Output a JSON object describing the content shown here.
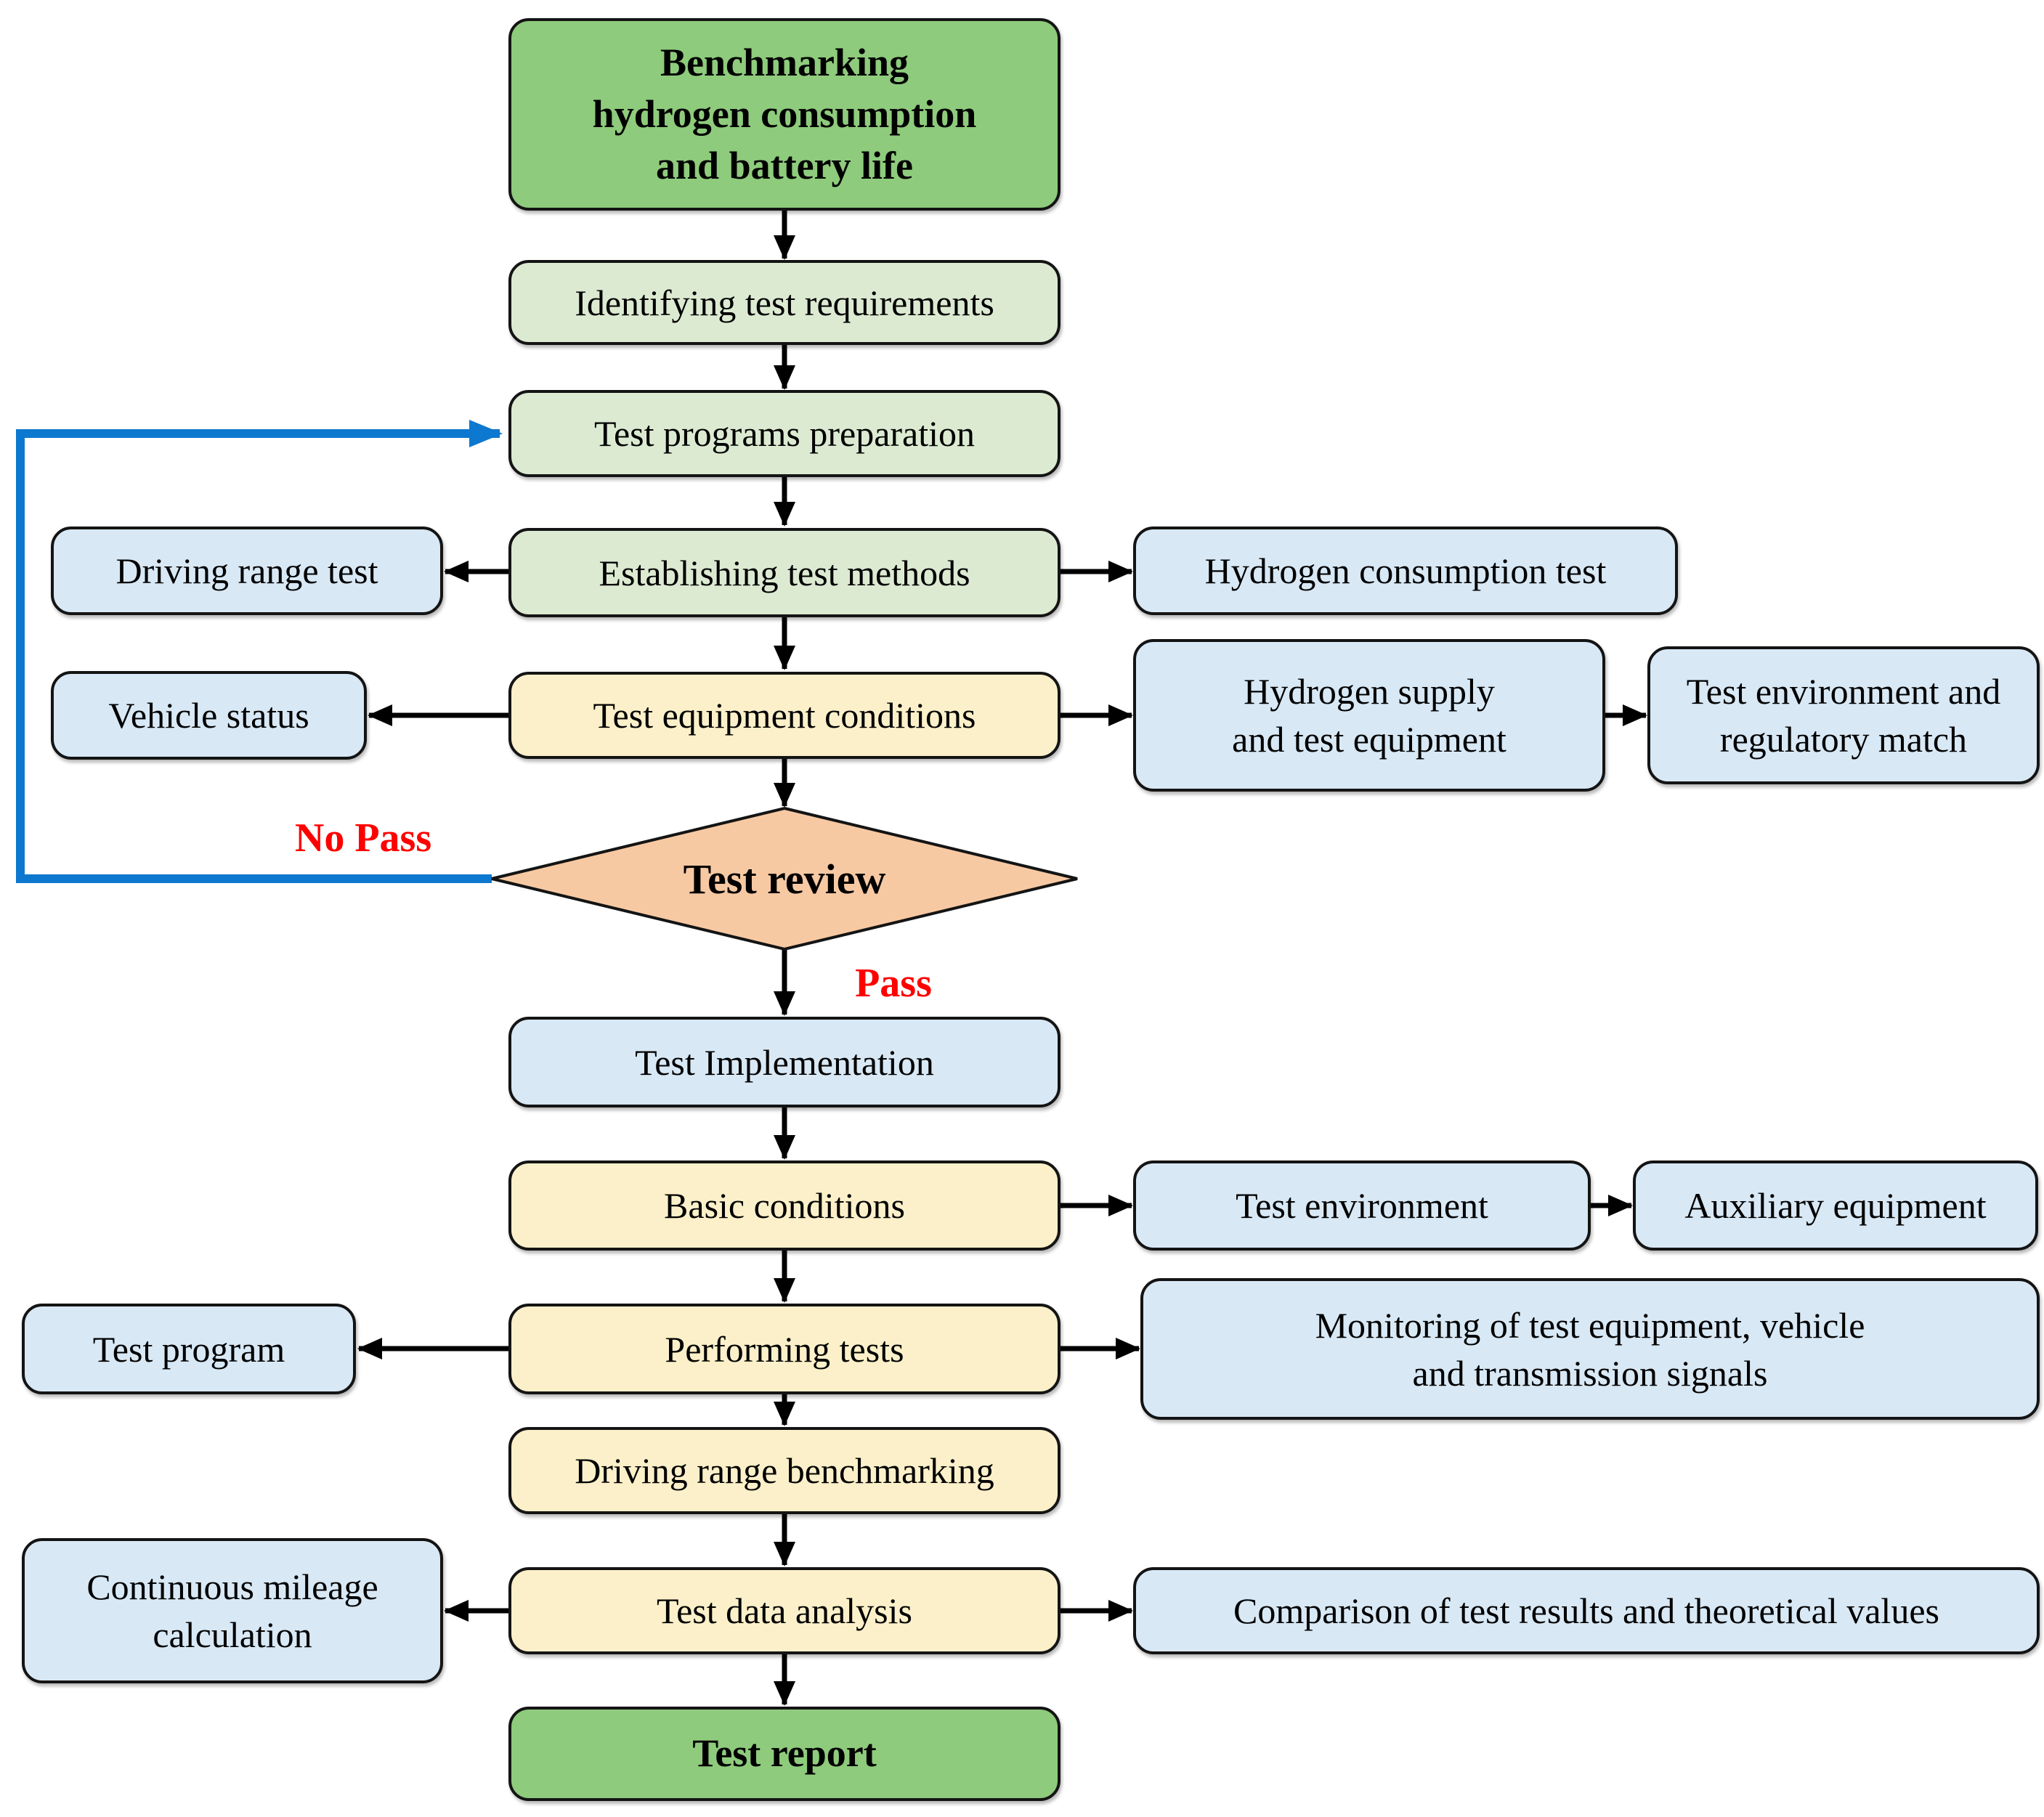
{
  "nodes": {
    "benchmarking": {
      "label": "Benchmarking\nhydrogen consumption\nand battery life"
    },
    "identifying": {
      "label": "Identifying test requirements"
    },
    "preparation": {
      "label": "Test programs preparation"
    },
    "establishing": {
      "label": "Establishing test methods"
    },
    "driving_range_test": {
      "label": "Driving range test"
    },
    "hydrogen_consumption_test": {
      "label": "Hydrogen consumption test"
    },
    "equipment_conditions": {
      "label": "Test equipment conditions"
    },
    "vehicle_status": {
      "label": "Vehicle status"
    },
    "hydrogen_supply": {
      "label": "Hydrogen supply\nand test equipment"
    },
    "env_regulatory": {
      "label": "Test environment and\nregulatory match"
    },
    "test_review": {
      "label": "Test review"
    },
    "implementation": {
      "label": "Test Implementation"
    },
    "basic_conditions": {
      "label": "Basic conditions"
    },
    "test_environment": {
      "label": "Test environment"
    },
    "auxiliary_equipment": {
      "label": "Auxiliary equipment"
    },
    "performing_tests": {
      "label": "Performing tests"
    },
    "test_program": {
      "label": "Test program"
    },
    "monitoring": {
      "label": "Monitoring of test equipment, vehicle\nand transmission signals"
    },
    "driving_range_benchmarking": {
      "label": "Driving range benchmarking"
    },
    "test_data_analysis": {
      "label": "Test data analysis"
    },
    "continuous_mileage": {
      "label": "Continuous mileage\ncalculation"
    },
    "comparison": {
      "label": "Comparison of test results and theoretical values"
    },
    "test_report": {
      "label": "Test report"
    }
  },
  "labels": {
    "no_pass": "No Pass",
    "pass": "Pass"
  },
  "colors": {
    "dark_green": "#8ecb7c",
    "light_green": "#dcead2",
    "light_blue": "#d8e8f5",
    "light_yellow": "#fbf0c9",
    "diamond_salmon": "#f7c9a3",
    "loop_blue": "#0d78cf",
    "edge_label_red": "#ff0000",
    "arrow_black": "#000000"
  }
}
